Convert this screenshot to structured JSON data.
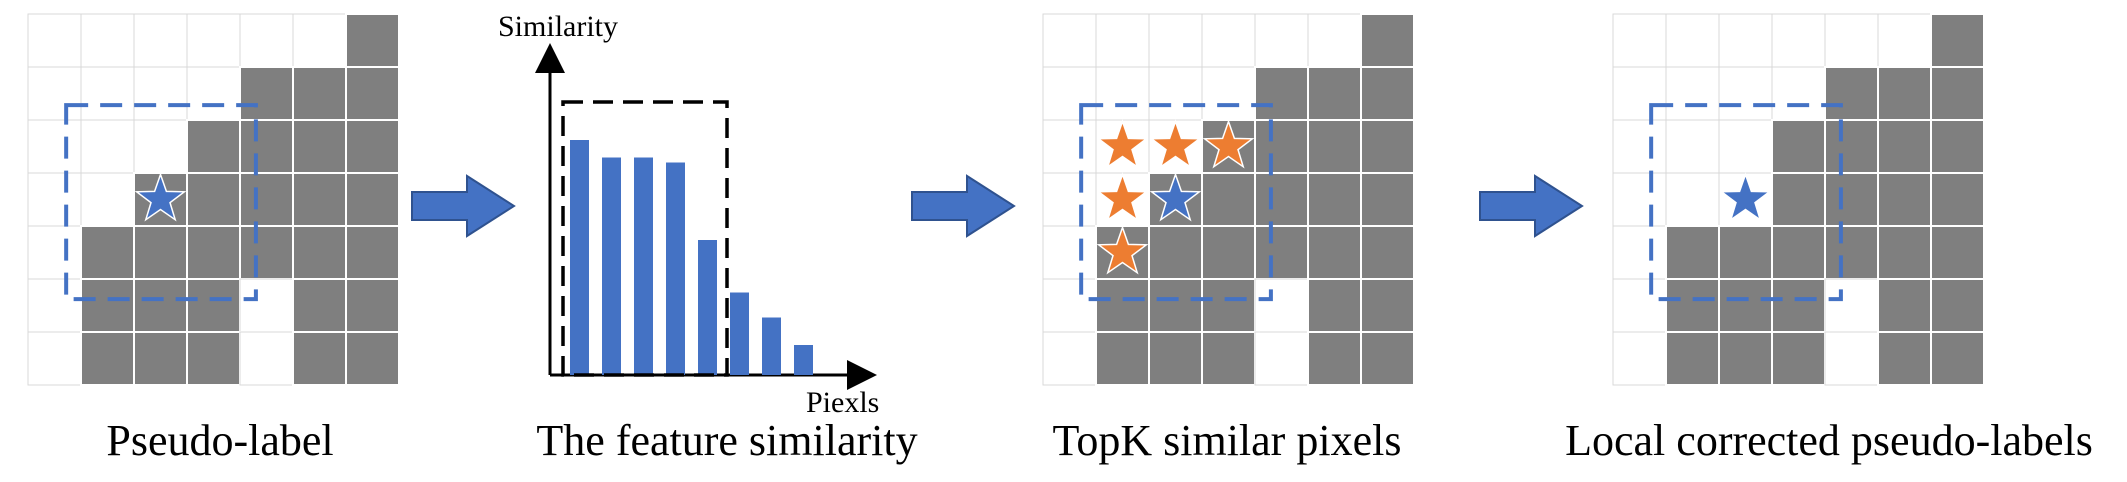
{
  "colors": {
    "gray_cell": "#7f7f7f",
    "grid_line": "#d9d9d9",
    "roi_box": "#4472c4",
    "blue_star": "#4472c4",
    "orange_star": "#ed7d31",
    "bar": "#4472c4",
    "arrow": "#4472c4",
    "dashed_box": "#000000"
  },
  "panels": [
    {
      "caption": "Pseudo-label",
      "grid": [
        "0000001",
        "0000111",
        "0001111",
        "0011111",
        "0111111",
        "0111011",
        "0111011"
      ],
      "blue_star": [
        3,
        2
      ],
      "orange_stars": []
    },
    {
      "caption": "TopK similar pixels",
      "grid": [
        "0000001",
        "0000111",
        "0001111",
        "0011111",
        "0111111",
        "0111011",
        "0111011"
      ],
      "blue_star": [
        3,
        2
      ],
      "orange_stars": [
        [
          2,
          1
        ],
        [
          2,
          2
        ],
        [
          2,
          3
        ],
        [
          3,
          1
        ],
        [
          4,
          1
        ]
      ]
    },
    {
      "caption": "Local corrected pseudo-labels",
      "grid": [
        "0000001",
        "0000111",
        "0001111",
        "0001111",
        "0111111",
        "0111011",
        "0111011"
      ],
      "blue_star": [
        3,
        2
      ],
      "orange_stars": []
    }
  ],
  "chart": {
    "caption": "The feature similarity",
    "y_axis_label": "Similarity",
    "x_axis_label": "Piexls",
    "chart_data": {
      "type": "bar",
      "title": "",
      "xlabel": "Piexls",
      "ylabel": "Similarity",
      "values": [
        0.94,
        0.87,
        0.87,
        0.85,
        0.54,
        0.33,
        0.23,
        0.12
      ],
      "ylim": [
        0,
        1.2
      ],
      "topk_count": 5
    }
  }
}
